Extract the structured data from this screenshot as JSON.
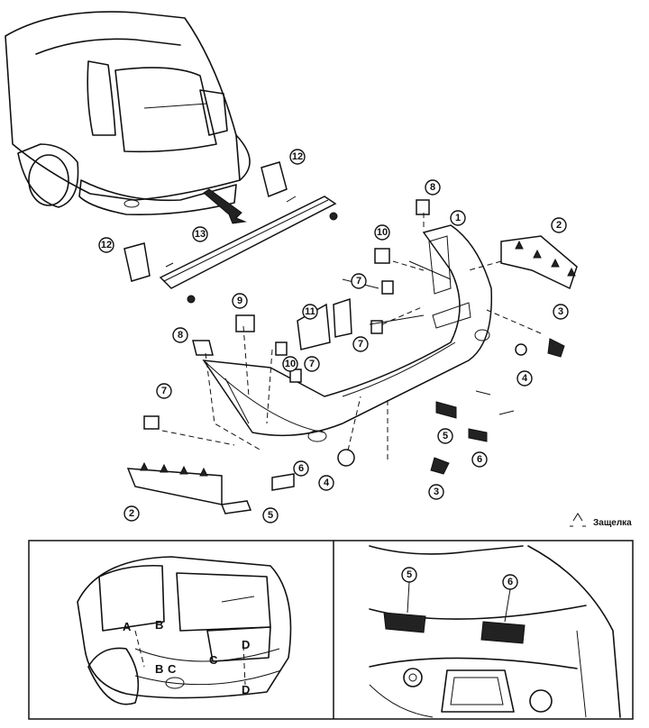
{
  "legend": {
    "clip_label": "Защелка"
  },
  "callouts": [
    "1",
    "2",
    "3",
    "4",
    "5",
    "6",
    "7",
    "8",
    "9",
    "10",
    "11",
    "12",
    "13"
  ],
  "inset_letters": [
    "A",
    "B",
    "C",
    "D"
  ]
}
